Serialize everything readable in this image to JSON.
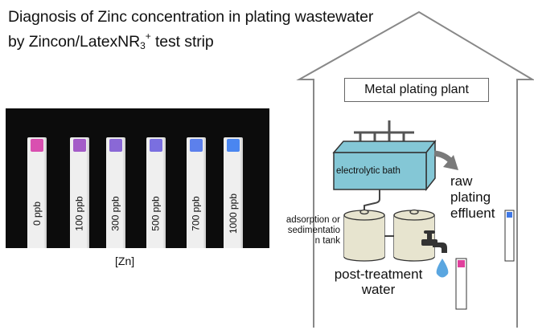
{
  "title": {
    "line1": "Diagnosis of Zinc concentration in plating wastewater",
    "line2_prefix": "by Zincon/LatexNR",
    "line2_sub": "3",
    "line2_sup": "+",
    "line2_suffix": " test strip"
  },
  "strips": [
    {
      "label": "0 ppb",
      "color": "#d94fb0"
    },
    {
      "label": "100 ppb",
      "color": "#a45cc8"
    },
    {
      "label": "300 ppb",
      "color": "#8a68d6"
    },
    {
      "label": "500 ppb",
      "color": "#7a6fe0"
    },
    {
      "label": "700 ppb",
      "color": "#5c80ec"
    },
    {
      "label": "1000 ppb",
      "color": "#4a86f0"
    }
  ],
  "zn_label": "[Zn]",
  "diagram": {
    "plant_label": "Metal plating plant",
    "bath_label": "electrolytic bath",
    "raw_label_lines": [
      "raw",
      "plating",
      "effluent"
    ],
    "adsorption_label_lines": [
      "adsorption or",
      "sedimentatio",
      "n tank"
    ],
    "post_label_lines": [
      "post-treatment",
      "water"
    ],
    "colors": {
      "bath": "#84c7d6",
      "tank": "#e7e4cf",
      "drop": "#5aa6e0",
      "raw_pad": "#3f78e6",
      "post_pad": "#e0409c",
      "house": "#888888"
    }
  }
}
